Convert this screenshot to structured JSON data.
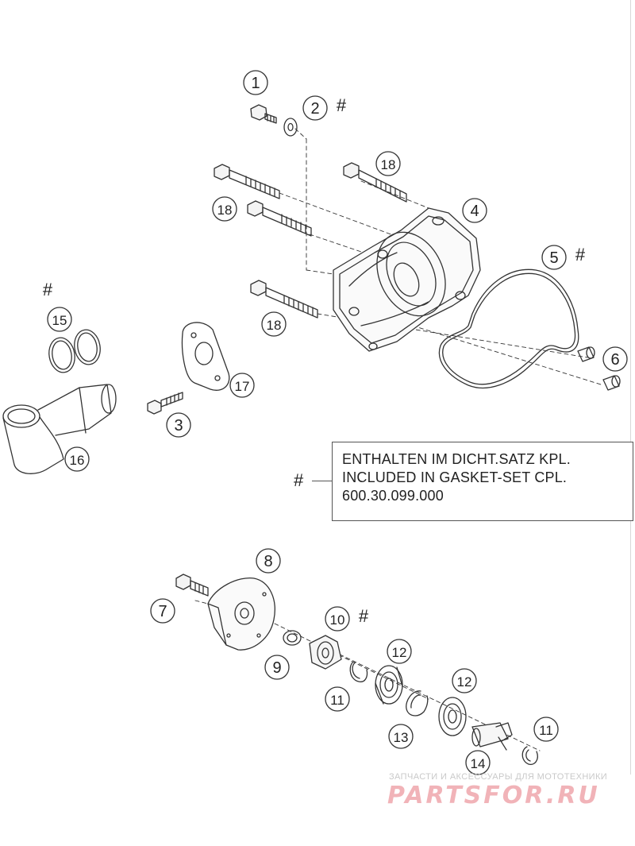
{
  "callouts": [
    {
      "id": "1",
      "label": "1",
      "hash": false
    },
    {
      "id": "2",
      "label": "2",
      "hash": true
    },
    {
      "id": "3",
      "label": "3",
      "hash": false
    },
    {
      "id": "4",
      "label": "4",
      "hash": false
    },
    {
      "id": "5",
      "label": "5",
      "hash": true
    },
    {
      "id": "6",
      "label": "6",
      "hash": false
    },
    {
      "id": "7",
      "label": "7",
      "hash": false
    },
    {
      "id": "8",
      "label": "8",
      "hash": false
    },
    {
      "id": "9",
      "label": "9",
      "hash": false
    },
    {
      "id": "10",
      "label": "10",
      "hash": true
    },
    {
      "id": "11a",
      "label": "11",
      "hash": false
    },
    {
      "id": "11b",
      "label": "11",
      "hash": false
    },
    {
      "id": "12a",
      "label": "12",
      "hash": false
    },
    {
      "id": "12b",
      "label": "12",
      "hash": false
    },
    {
      "id": "13",
      "label": "13",
      "hash": false
    },
    {
      "id": "14",
      "label": "14",
      "hash": false
    },
    {
      "id": "15",
      "label": "15",
      "hash": true
    },
    {
      "id": "16",
      "label": "16",
      "hash": false
    },
    {
      "id": "17",
      "label": "17",
      "hash": false
    },
    {
      "id": "18a",
      "label": "18",
      "hash": false
    },
    {
      "id": "18b",
      "label": "18",
      "hash": false
    },
    {
      "id": "18c",
      "label": "18",
      "hash": false
    }
  ],
  "hash_symbol": "#",
  "note": {
    "line1": "ENTHALTEN IM DICHT.SATZ KPL.",
    "line2": "INCLUDED IN GASKET-SET CPL.",
    "line3": "600.30.099.000",
    "marker": "#"
  },
  "watermark": {
    "top": "ЗАПЧАСТИ И АКСЕССУАРЫ ДЛЯ МОТОТЕХНИКИ",
    "main": "PARTSFOR.RU"
  },
  "colors": {
    "line": "#333333",
    "watermark": "#f1b3b8"
  }
}
